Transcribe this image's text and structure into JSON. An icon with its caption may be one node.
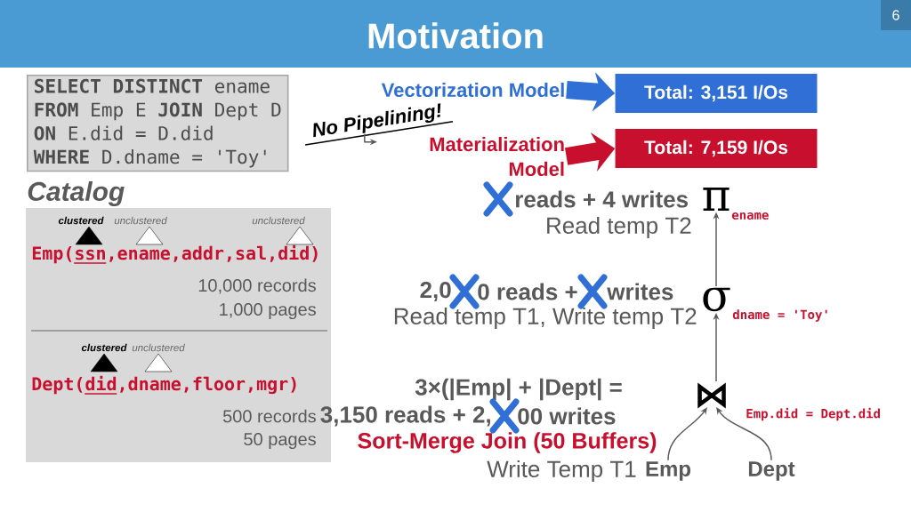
{
  "diagram": {
    "title": "Motivation",
    "nodes": [
      {
        "text": [
          "**SELECT DISTINCT** ename",
          "**FROM** Emp E **JOIN** Dept D",
          "**ON** E.did = D.did",
          "**WHERE** D.dname = 'Toy'"
        ]
      },
      {
        "text": [
          "Catalog"
        ]
      },
      {
        "text": [
          "Vectorization Model"
        ]
      },
      {
        "text": [
          "Total: 3,151 I/Os"
        ]
      },
      {
        "text": [
          "Materialization Model"
        ]
      },
      {
        "text": [
          "Total: 7,159 I/Os"
        ]
      },
      {
        "text": [
          "No Pipelining!"
        ]
      },
      {
        "text": [
          "π"
        ],
        "beside": [
          "ename"
        ]
      },
      {
        "text": [
          "σ"
        ],
        "beside": [
          "dname = 'Toy'"
        ]
      },
      {
        "text": [
          "⋈"
        ],
        "beside": [
          "Emp.did = Dept.did"
        ]
      },
      {
        "text": [
          "Emp"
        ]
      },
      {
        "text": [
          "Dept"
        ]
      }
    ],
    "edges": [
      {
        "from": 2,
        "to": 3,
        "arrow": "to",
        "style": "thick",
        "color": "#2f6fd6"
      },
      {
        "from": 4,
        "to": 5,
        "arrow": "to",
        "style": "thick",
        "color": "#c8102e"
      },
      {
        "from": 6,
        "to": null,
        "arrow": "to"
      },
      {
        "from": 8,
        "to": 7,
        "arrow": "to"
      },
      {
        "from": 9,
        "to": 8,
        "arrow": "to"
      },
      {
        "from": 10,
        "to": 9,
        "arrow": "to"
      },
      {
        "from": 11,
        "to": 9,
        "arrow": "to"
      }
    ],
    "labels": [
      "6",
      "clustered",
      "unclustered",
      "unclustered",
      "Emp(ssn,ename,addr,sal,did)",
      "10,000 records",
      "1,000 pages",
      "clustered",
      "unclustered",
      "Dept(did,dname,floor,mgr)",
      "500 records",
      "50 pages",
      "reads + 4 writes",
      "Read temp T2",
      "2,0",
      "0 reads +",
      "writes",
      "Read temp T1, Write temp T2",
      "3×(|Emp| + |Dept| =",
      "3,150 reads + 2,",
      "00 writes",
      "Sort-Merge Join (50 Buffers)",
      "Write Temp T1"
    ]
  }
}
